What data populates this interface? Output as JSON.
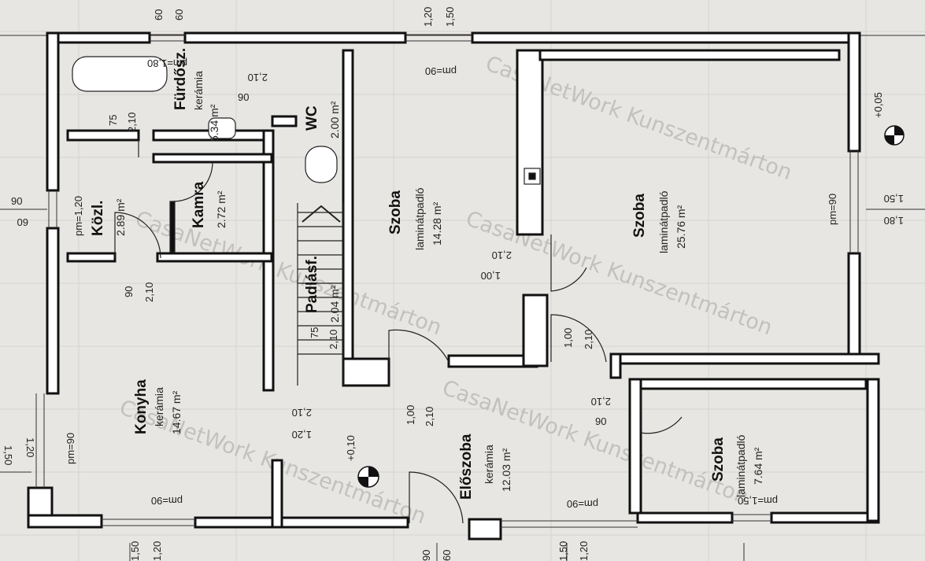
{
  "watermark": "CasaNetWork Kunszentmárton",
  "rooms": [
    {
      "name": "Fürdősz.",
      "floor": "kerámia",
      "area": "5.34 m²"
    },
    {
      "name": "WC",
      "area": "2.00 m²"
    },
    {
      "name": "Közl.",
      "area": "2.89 m²",
      "note": "pm=1,20"
    },
    {
      "name": "Kamra",
      "area": "2.72 m²"
    },
    {
      "name": "Padlásf.",
      "area": "2.04 m²"
    },
    {
      "name": "Szoba",
      "floor": "laminátpadló",
      "area": "14.28 m²"
    },
    {
      "name": "Szoba",
      "floor": "laminátpadló",
      "area": "25.76 m²"
    },
    {
      "name": "Konyha",
      "floor": "kerámia",
      "area": "14.67 m²"
    },
    {
      "name": "Előszoba",
      "floor": "kerámia",
      "area": "12.03 m²"
    },
    {
      "name": "Szoba",
      "floor": "laminátpadló",
      "area": "7.64 m²"
    }
  ],
  "dims": {
    "top_60a": "60",
    "top_60b": "60",
    "top_120": "1,20",
    "top_150": "1,50",
    "pm180": "pm=1,80",
    "pm90_top": "pm=90",
    "d210_bath": "2,10",
    "d90_bath": "90",
    "d75_a": "75",
    "d210_a": "2,10",
    "left_90": "90",
    "left_60": "60",
    "kamra_90": "90",
    "kamra_210": "2,10",
    "stair_75": "75",
    "stair_210": "2,10",
    "hall_210": "2,10",
    "hall_120": "1,20",
    "szoba_210": "2,10",
    "szoba_100": "1,00",
    "door_100": "1,00",
    "door_210": "2,10",
    "door2_100": "1,00",
    "door2_210": "2,10",
    "sz3_210": "2,10",
    "sz3_90": "90",
    "right_pm90": "pm=90",
    "right_150": "1,50",
    "right_180": "1,80",
    "level_right": "+0,05",
    "level_center": "+0,10",
    "left_pm90": "pm=90",
    "left_120": "1,20",
    "left_150": "1,50",
    "bottom_pm90_a": "pm=90",
    "bottom_pm90_b": "pm=90",
    "bottom_pm150": "pm=1,50",
    "bot_150": "1,50",
    "bot_120": "1,20",
    "bot_90": "90",
    "bot_60": "60",
    "bot_150b": "1,50",
    "bot_120b": "1,20"
  }
}
